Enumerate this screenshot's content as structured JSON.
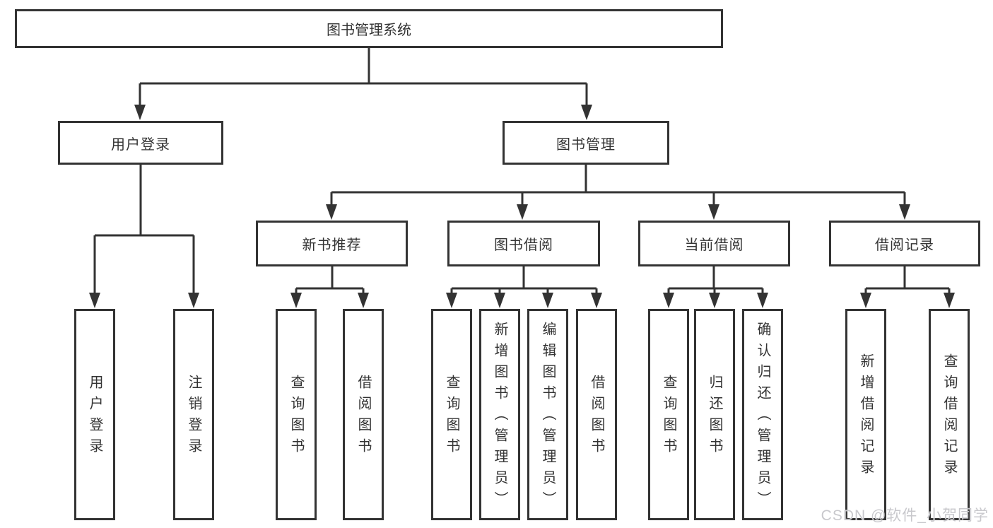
{
  "diagram": {
    "root": {
      "label": "图书管理系统"
    },
    "level2": [
      {
        "label": "用户登录"
      },
      {
        "label": "图书管理"
      }
    ],
    "level3": [
      {
        "label": "新书推荐"
      },
      {
        "label": "图书借阅"
      },
      {
        "label": "当前借阅"
      },
      {
        "label": "借阅记录"
      }
    ],
    "leaves": {
      "user_login": [
        "用户登录",
        "注销登录"
      ],
      "new_books": [
        "查询图书",
        "借阅图书"
      ],
      "book_borrow": [
        "查询图书",
        "新增图书（管理员）",
        "编辑图书（管理员）",
        "借阅图书"
      ],
      "current_borrow": [
        "查询图书",
        "归还图书",
        "确认归还（管理员）"
      ],
      "borrow_records": [
        "新增借阅记录",
        "查询借阅记录"
      ]
    },
    "edges": [
      {
        "from": "图书管理系统",
        "to": [
          "用户登录",
          "图书管理"
        ]
      },
      {
        "from": "用户登录",
        "to": [
          "用户登录",
          "注销登录"
        ]
      },
      {
        "from": "图书管理",
        "to": [
          "新书推荐",
          "图书借阅",
          "当前借阅",
          "借阅记录"
        ]
      },
      {
        "from": "新书推荐",
        "to": [
          "查询图书",
          "借阅图书"
        ]
      },
      {
        "from": "图书借阅",
        "to": [
          "查询图书",
          "新增图书（管理员）",
          "编辑图书（管理员）",
          "借阅图书"
        ]
      },
      {
        "from": "当前借阅",
        "to": [
          "查询图书",
          "归还图书",
          "确认归还（管理员）"
        ]
      },
      {
        "from": "借阅记录",
        "to": [
          "新增借阅记录",
          "查询借阅记录"
        ]
      }
    ],
    "watermark": "CSDN @软件_小贺同学",
    "colors": {
      "line": "#333333",
      "text": "#333333",
      "background": "#ffffff",
      "watermark": "#c8c8cc"
    }
  }
}
